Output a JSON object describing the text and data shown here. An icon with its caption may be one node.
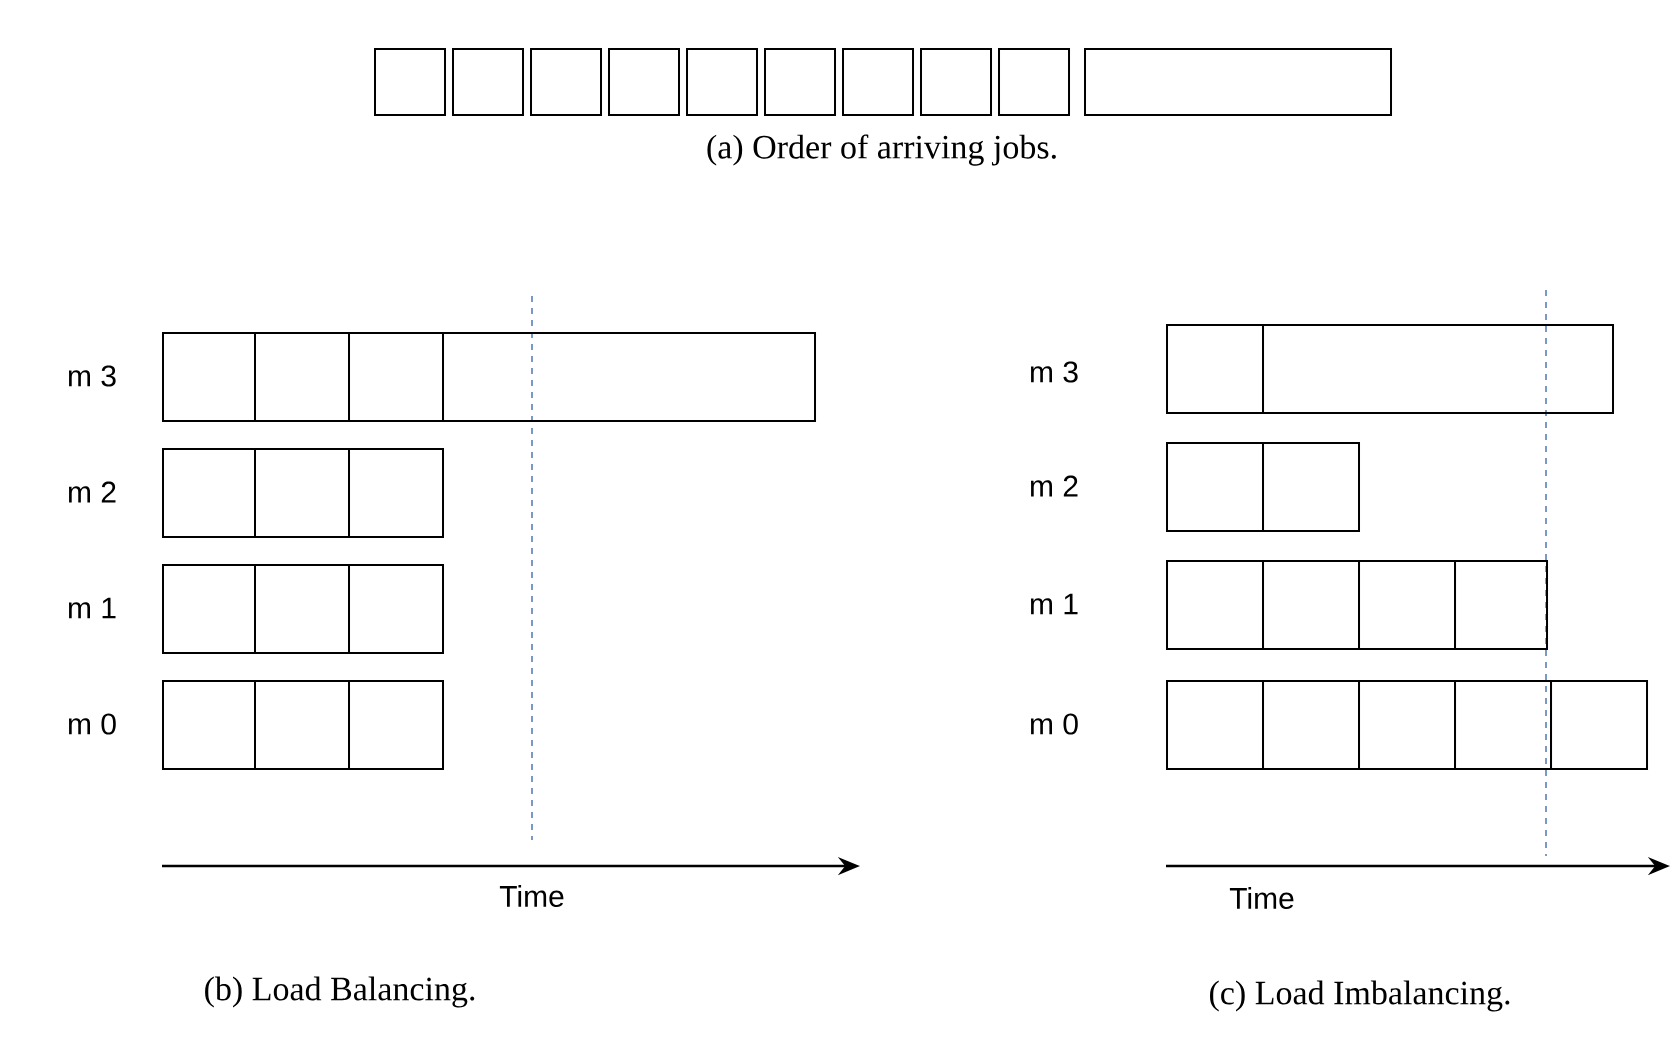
{
  "diagram": {
    "nodes": [
      {
        "text": [],
        "shape": "box"
      },
      {
        "text": [],
        "shape": "box"
      },
      {
        "text": [],
        "shape": "box"
      },
      {
        "text": [],
        "shape": "box"
      },
      {
        "text": [],
        "shape": "box"
      },
      {
        "text": [],
        "shape": "box"
      },
      {
        "text": [],
        "shape": "box"
      },
      {
        "text": [],
        "shape": "box"
      },
      {
        "text": [],
        "shape": "box"
      },
      {
        "text": [],
        "shape": "box"
      },
      {
        "text": [],
        "shape": "box"
      },
      {
        "text": [],
        "shape": "box"
      },
      {
        "text": [],
        "shape": "box"
      },
      {
        "text": [],
        "shape": "box"
      },
      {
        "text": [],
        "shape": "box"
      },
      {
        "text": [],
        "shape": "box"
      },
      {
        "text": [],
        "shape": "box"
      },
      {
        "text": [],
        "shape": "box"
      },
      {
        "text": [],
        "shape": "box"
      },
      {
        "text": [],
        "shape": "box"
      },
      {
        "text": [],
        "shape": "box"
      },
      {
        "text": [],
        "shape": "box"
      },
      {
        "text": [],
        "shape": "box"
      },
      {
        "text": [],
        "shape": "box"
      },
      {
        "text": [],
        "shape": "box"
      },
      {
        "text": [],
        "shape": "box"
      },
      {
        "text": [],
        "shape": "box"
      },
      {
        "text": [],
        "shape": "box"
      },
      {
        "text": [],
        "shape": "box"
      },
      {
        "text": [],
        "shape": "box"
      },
      {
        "text": [],
        "shape": "box"
      },
      {
        "text": [],
        "shape": "box"
      },
      {
        "text": [],
        "shape": "box"
      },
      {
        "text": [],
        "shape": "box"
      },
      {
        "text": [],
        "shape": "box"
      },
      {
        "text": [],
        "shape": "box"
      }
    ],
    "labels": [
      "(a) Order of arriving jobs.",
      "m 3",
      "m 3",
      "m 2",
      "m 2",
      "m 1",
      "m 1",
      "m 0",
      "m 0",
      "Time",
      "Time",
      "(b) Load Balancing.",
      "(c) Load Imbalancing."
    ]
  }
}
